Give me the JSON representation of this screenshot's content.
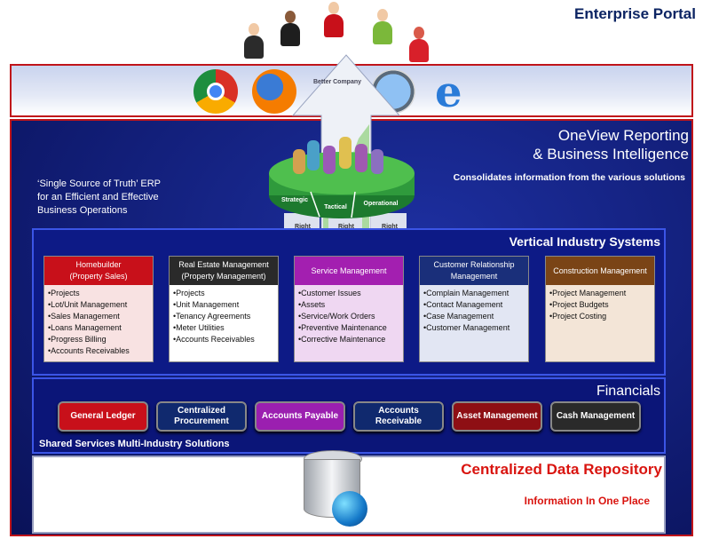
{
  "enterprise_portal": {
    "title": "Enterprise Portal",
    "subtitle": "Single Sign-On e-Access Portal"
  },
  "bi": {
    "title_line1": "OneView Reporting",
    "title_line2": "& Business Intelligence",
    "subtitle": "Consolidates information from the various solutions"
  },
  "erp": {
    "line1": "‘Single Source of Truth’ ERP",
    "line2": "for an Efficient and Effective",
    "line3": "Business Operations"
  },
  "arrow": {
    "top_label": "Better Company",
    "levels": [
      "Strategic",
      "Tactical",
      "Operational"
    ],
    "rights": [
      "Right Information",
      "Right Time",
      "Right Format"
    ]
  },
  "vertical": {
    "title": "Vertical Industry Systems",
    "cards": [
      {
        "title1": "Homebuilder",
        "title2": "(Property Sales)",
        "color": "#c8101a",
        "bg": "#f8e2e2",
        "items": [
          "•Projects",
          "•Lot/Unit Management",
          "•Sales Management",
          "•Loans Management",
          "•Progress Billing",
          "•Accounts Receivables"
        ]
      },
      {
        "title1": "Real Estate Management",
        "title2": "(Property Management)",
        "color": "#2a2a2a",
        "bg": "#ffffff",
        "items": [
          "•Projects",
          "•Unit Management",
          "•Tenancy Agreements",
          "•Meter Utilities",
          "•Accounts Receivables"
        ]
      },
      {
        "title1": "Service Management",
        "title2": "",
        "color": "#a31fb0",
        "bg": "#efd7f2",
        "items": [
          "•Customer Issues",
          "•Assets",
          "•Service/Work Orders",
          "•Preventive Maintenance",
          "•Corrective Maintenance"
        ]
      },
      {
        "title1": "Customer Relationship",
        "title2": "Management",
        "color": "#1a2f7a",
        "bg": "#e2e6f3",
        "items": [
          "•Complain Management",
          "•Contact Management",
          "•Case Management",
          "•Customer Management"
        ]
      },
      {
        "title1": "Construction Management",
        "title2": "",
        "color": "#7a4416",
        "bg": "#f3e5d7",
        "items": [
          "•Project Management",
          "•Project Budgets",
          "•Project Costing"
        ]
      }
    ]
  },
  "financials": {
    "title": "Financials",
    "buttons": [
      {
        "label": "General Ledger",
        "color": "#c8101a"
      },
      {
        "label": "Centralized Procurement",
        "color": "#10296e"
      },
      {
        "label": "Accounts Payable",
        "color": "#9b1fb0"
      },
      {
        "label": "Accounts Receivable",
        "color": "#10296e"
      },
      {
        "label": "Asset Management",
        "color": "#8e0f14"
      },
      {
        "label": "Cash Management",
        "color": "#2a2a2a"
      }
    ],
    "shared": "Shared Services Multi-Industry Solutions"
  },
  "repository": {
    "title": "Centralized Data Repository",
    "subtitle": "Information In One Place"
  }
}
